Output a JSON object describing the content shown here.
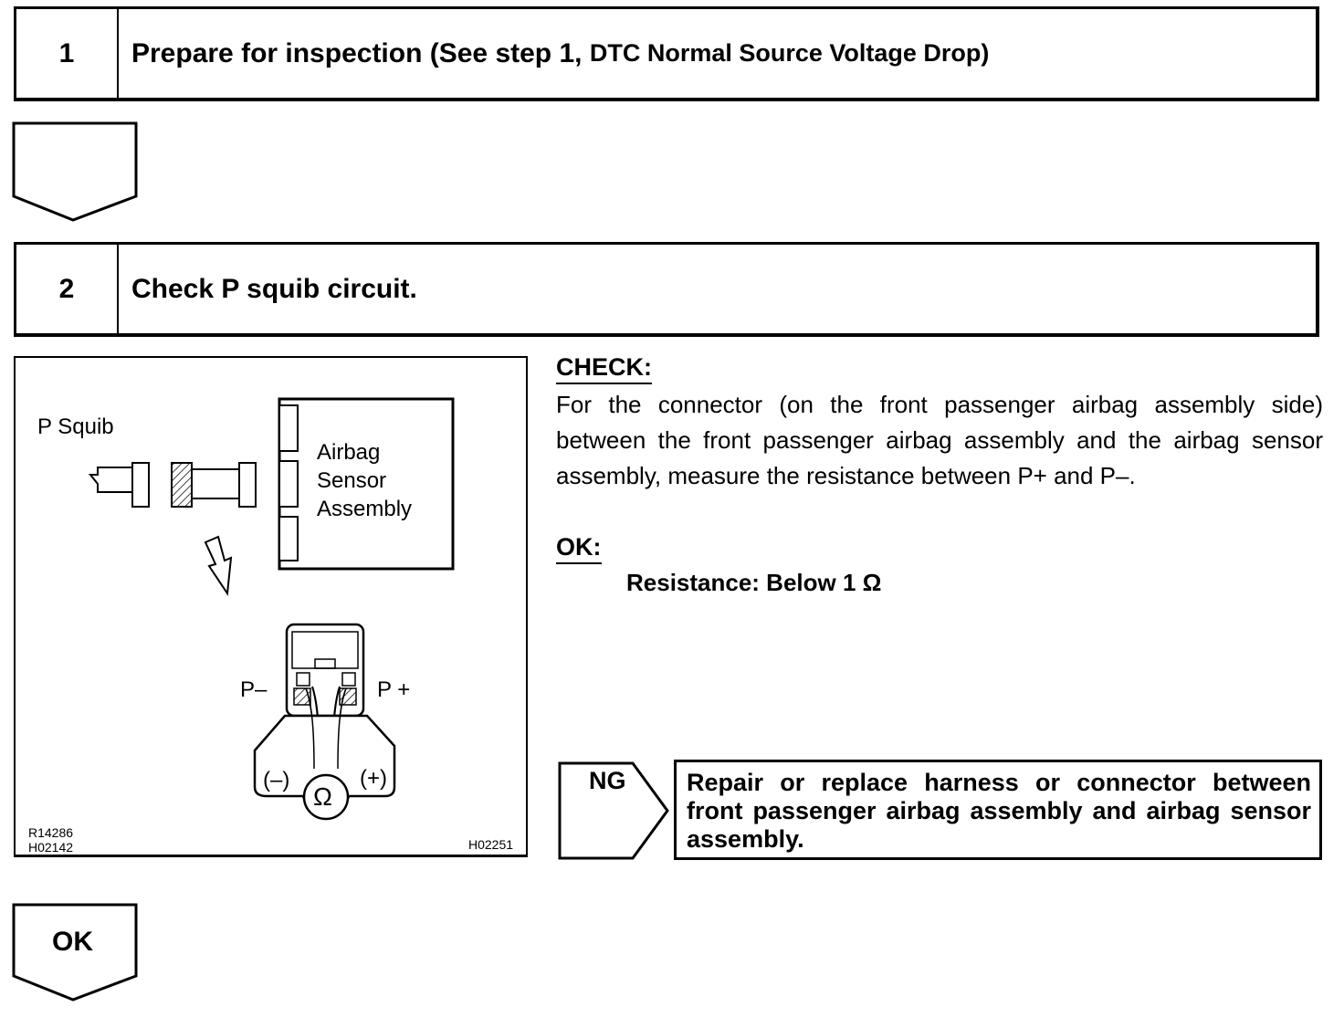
{
  "step1": {
    "number": "1",
    "title": "Prepare for inspection (See step 1,",
    "title_tail": "DTC Normal Source Voltage Drop)"
  },
  "step2": {
    "number": "2",
    "title": "Check P squib circuit."
  },
  "figure": {
    "p_squib_label": "P Squib",
    "assembly_line1": "Airbag",
    "assembly_line2": "Sensor",
    "assembly_line3": "Assembly",
    "p_minus_label": "P–",
    "p_plus_label": "P +",
    "meter_minus": "(–)",
    "meter_plus": "(+)",
    "ohm_symbol": "Ω",
    "code1": "R14286",
    "code2": "H02142",
    "code3": "H02251"
  },
  "check": {
    "heading": "CHECK:",
    "body": "For the connector (on the front passenger airbag assembly side) between the front passenger airbag assembly and the airbag sensor assembly, measure the resistance between P+ and P–.",
    "ok_heading": "OK:",
    "spec": "Resistance: Below 1 Ω"
  },
  "ng": {
    "label": "NG",
    "action": "Repair or replace harness or connector between front passenger airbag assembly and airbag sensor assembly."
  },
  "ok_next": {
    "label": "OK"
  }
}
